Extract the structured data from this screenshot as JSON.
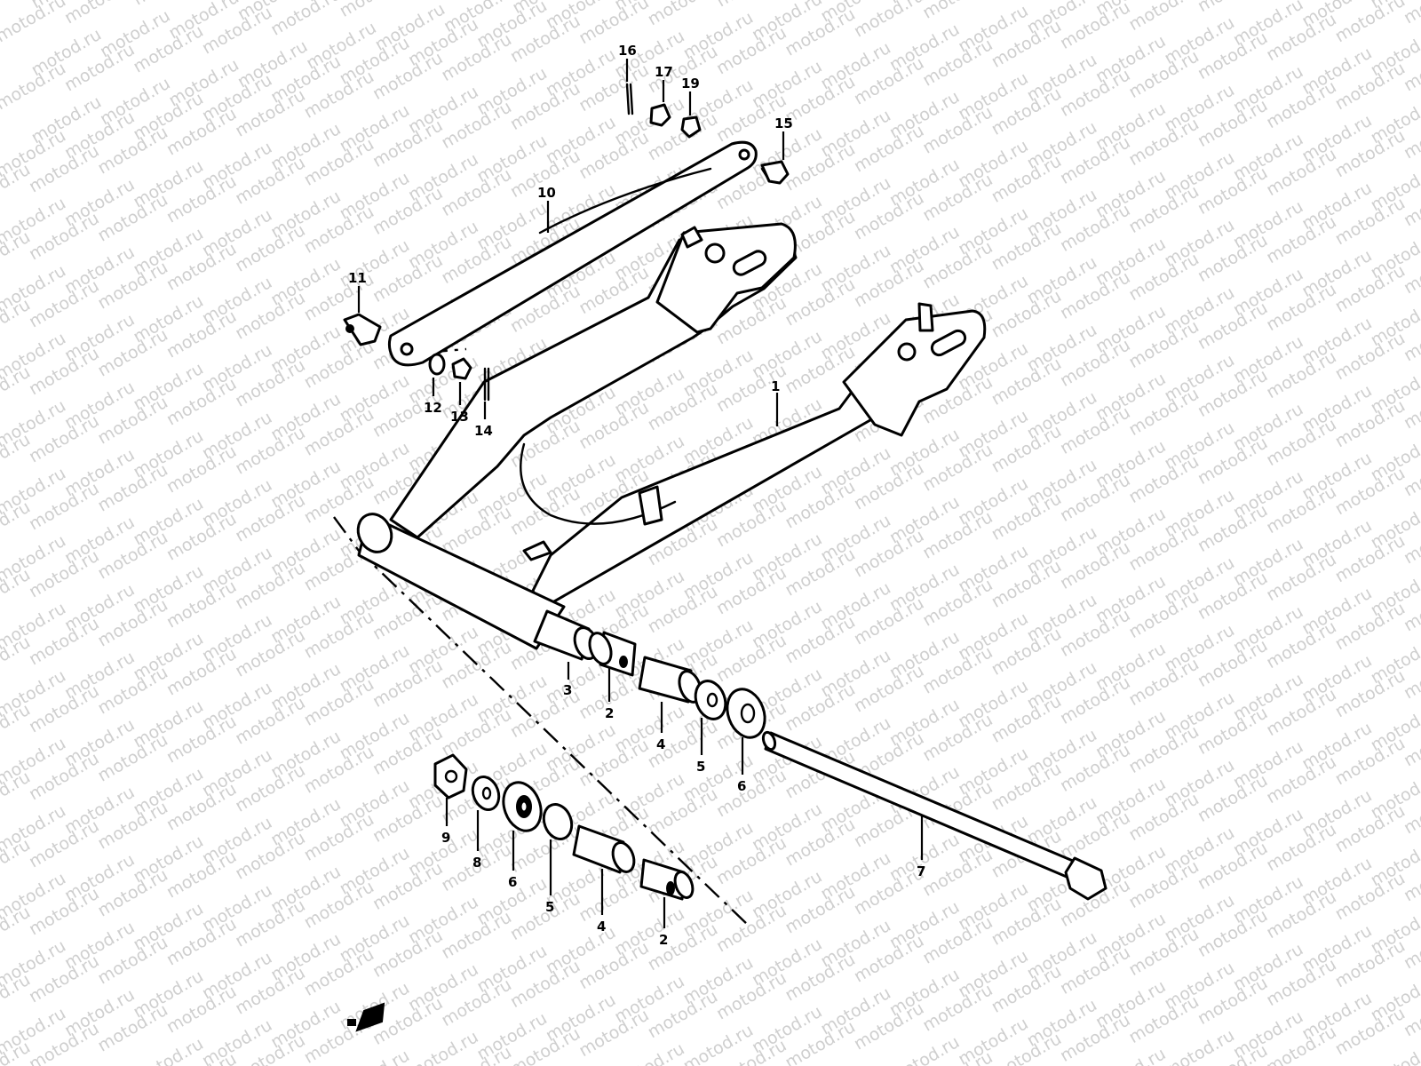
{
  "watermark": {
    "text": "motod.ru",
    "color": "#cfcfcf"
  },
  "callouts": [
    {
      "id": "1",
      "text": "1"
    },
    {
      "id": "2a",
      "text": "2"
    },
    {
      "id": "2b",
      "text": "2"
    },
    {
      "id": "3",
      "text": "3"
    },
    {
      "id": "4a",
      "text": "4"
    },
    {
      "id": "4b",
      "text": "4"
    },
    {
      "id": "5a",
      "text": "5"
    },
    {
      "id": "5b",
      "text": "5"
    },
    {
      "id": "6a",
      "text": "6"
    },
    {
      "id": "6b",
      "text": "6"
    },
    {
      "id": "7",
      "text": "7"
    },
    {
      "id": "8",
      "text": "8"
    },
    {
      "id": "9",
      "text": "9"
    },
    {
      "id": "10",
      "text": "10"
    },
    {
      "id": "11",
      "text": "11"
    },
    {
      "id": "12",
      "text": "12"
    },
    {
      "id": "13",
      "text": "13"
    },
    {
      "id": "14",
      "text": "14"
    },
    {
      "id": "15",
      "text": "15"
    },
    {
      "id": "16",
      "text": "16"
    },
    {
      "id": "17",
      "text": "17"
    },
    {
      "id": "19",
      "text": "19"
    }
  ]
}
